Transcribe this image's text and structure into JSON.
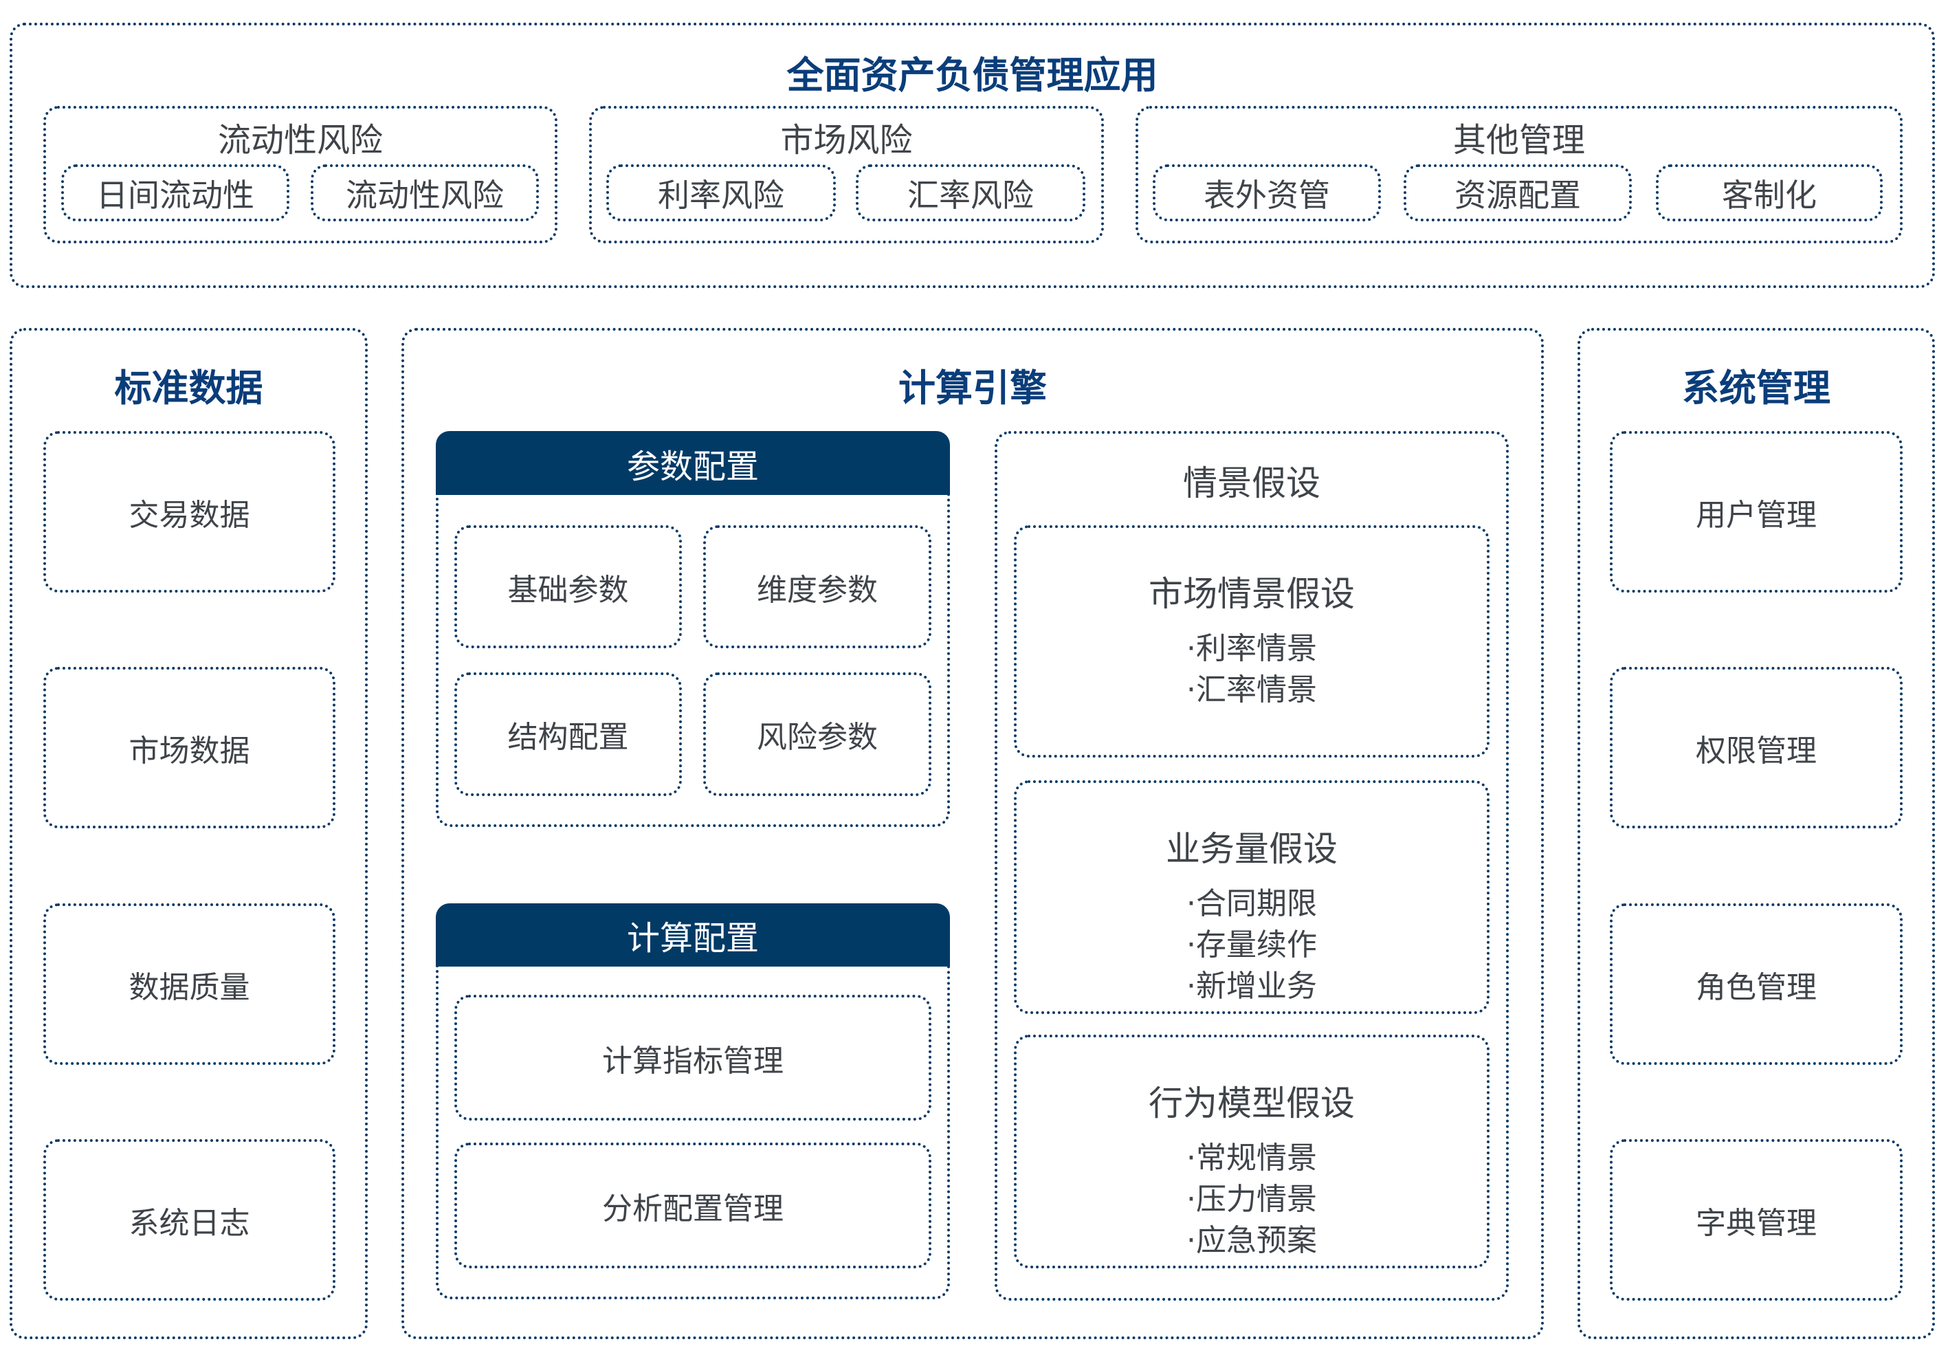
{
  "top": {
    "title": "全面资产负债管理应用",
    "groups": [
      {
        "title": "流动性风险",
        "items": [
          "日间流动性",
          "流动性风险"
        ]
      },
      {
        "title": "市场风险",
        "items": [
          "利率风险",
          "汇率风险"
        ]
      },
      {
        "title": "其他管理",
        "items": [
          "表外资管",
          "资源配置",
          "客制化"
        ]
      }
    ]
  },
  "left": {
    "title": "标准数据",
    "items": [
      "交易数据",
      "市场数据",
      "数据质量",
      "系统日志"
    ]
  },
  "middle": {
    "title": "计算引擎",
    "param": {
      "title": "参数配置",
      "items": [
        "基础参数",
        "维度参数",
        "结构配置",
        "风险参数"
      ]
    },
    "calc": {
      "title": "计算配置",
      "items": [
        "计算指标管理",
        "分析配置管理"
      ]
    },
    "scenario": {
      "title": "情景假设",
      "groups": [
        {
          "title": "市场情景假设",
          "bullets": [
            "·利率情景",
            "·汇率情景"
          ]
        },
        {
          "title": "业务量假设",
          "bullets": [
            "·合同期限",
            "·存量续作",
            "·新增业务"
          ]
        },
        {
          "title": "行为模型假设",
          "bullets": [
            "·常规情景",
            "·压力情景",
            "·应急预案"
          ]
        }
      ]
    }
  },
  "right": {
    "title": "系统管理",
    "items": [
      "用户管理",
      "权限管理",
      "角色管理",
      "字典管理"
    ]
  }
}
